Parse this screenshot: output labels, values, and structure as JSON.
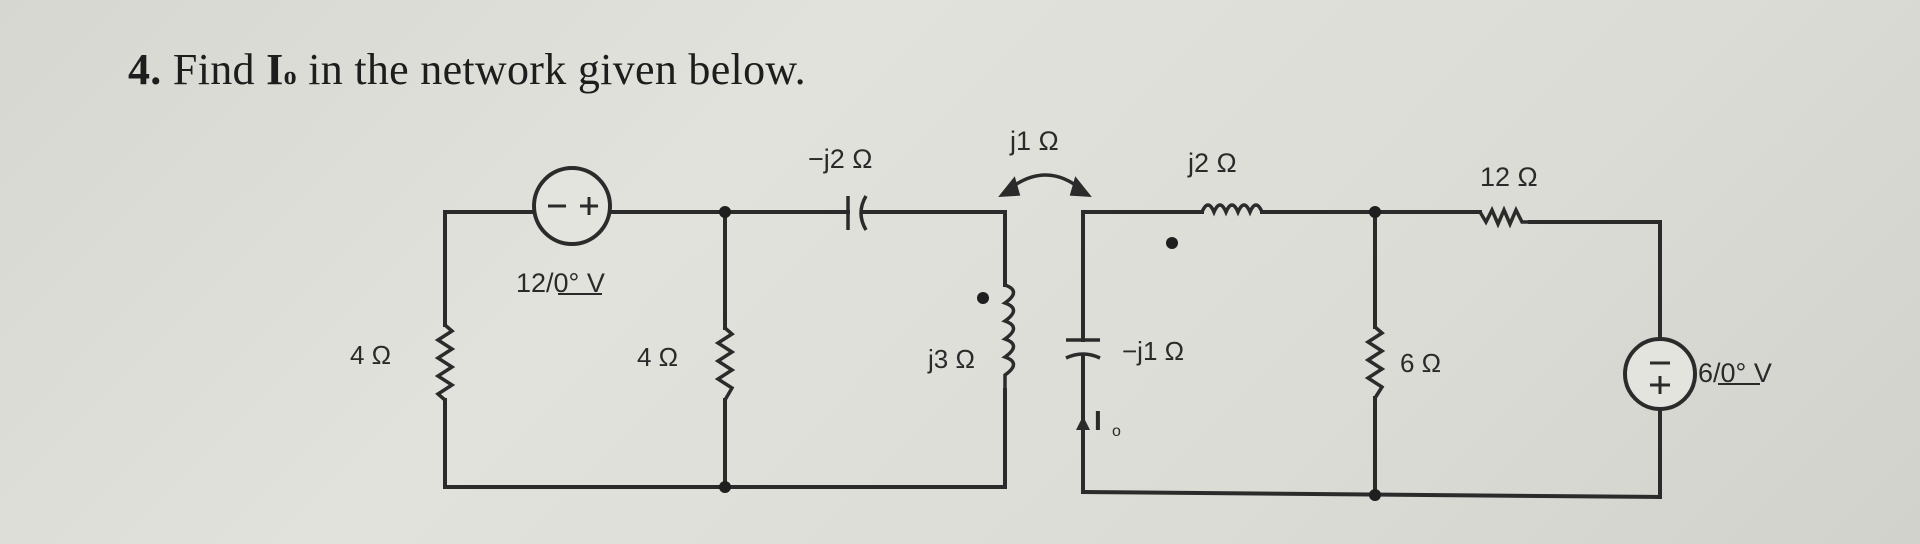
{
  "question": {
    "number": "4.",
    "text_before": "Find",
    "variable": "I",
    "variable_sub": "o",
    "text_after": "in the network given below."
  },
  "labels": {
    "src_left": "12/0° V",
    "r_left_outer": "4 Ω",
    "r_left_mid": "4 Ω",
    "cap_top": "−j2 Ω",
    "coupling": "j1 Ω",
    "ind_primary": "j3 Ω",
    "cap_right": "−j1 Ω",
    "ind_top": "j2 Ω",
    "r_right_top": "12 Ω",
    "r_right_mid": "6 Ω",
    "src_right": "6/0° V",
    "current": "I",
    "current_sub": "o"
  }
}
